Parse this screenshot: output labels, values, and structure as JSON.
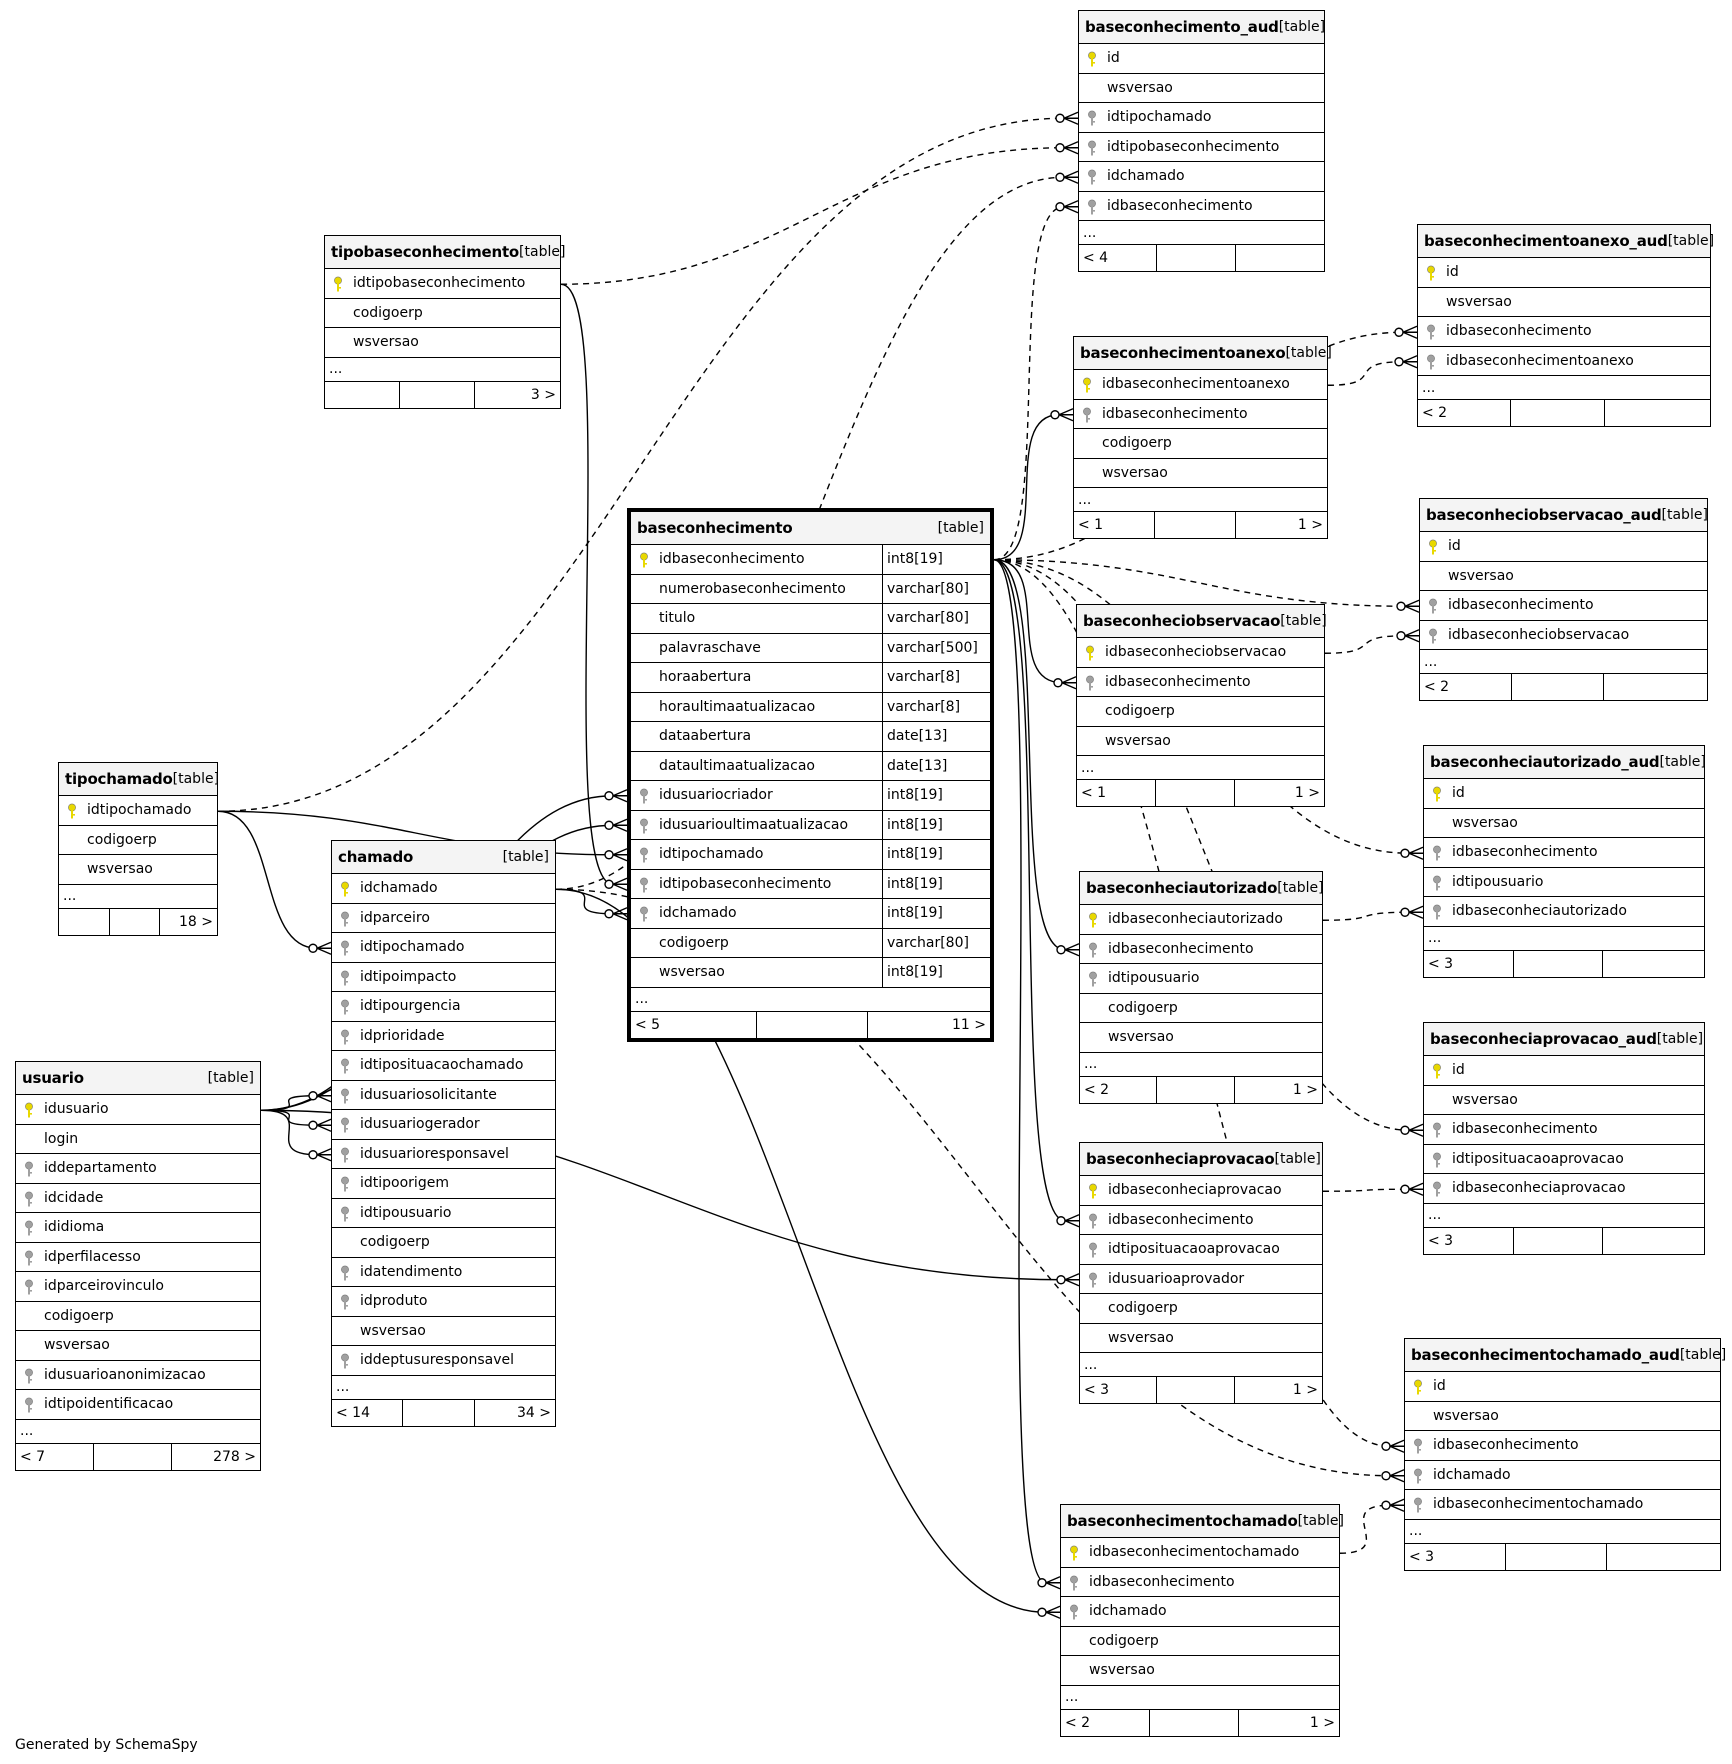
{
  "footer": "Generated by SchemaSpy",
  "type_label": "[table]",
  "colors": {
    "primary_key": "#e8d800",
    "foreign_key": "#a0a0a0",
    "header_bg": "#f4f4f4"
  },
  "tables": [
    {
      "id": "t_bcaud",
      "name": "baseconhecimento_aud",
      "columns": [
        {
          "name": "id",
          "key": "pk"
        },
        {
          "name": "wsversao"
        },
        {
          "name": "idtipochamado",
          "key": "fk"
        },
        {
          "name": "idtipobaseconhecimento",
          "key": "fk"
        },
        {
          "name": "idchamado",
          "key": "fk"
        },
        {
          "name": "idbaseconhecimento",
          "key": "fk"
        }
      ],
      "footer": [
        "< 4",
        "",
        ""
      ]
    },
    {
      "id": "t_tipobc",
      "name": "tipobaseconhecimento",
      "columns": [
        {
          "name": "idtipobaseconhecimento",
          "key": "pk"
        },
        {
          "name": "codigoerp"
        },
        {
          "name": "wsversao"
        }
      ],
      "footer": [
        "",
        "",
        "3 >"
      ]
    },
    {
      "id": "t_bcanexoaud",
      "name": "baseconhecimentoanexo_aud",
      "columns": [
        {
          "name": "id",
          "key": "pk"
        },
        {
          "name": "wsversao"
        },
        {
          "name": "idbaseconhecimento",
          "key": "fk"
        },
        {
          "name": "idbaseconhecimentoanexo",
          "key": "fk"
        }
      ],
      "footer": [
        "< 2",
        "",
        ""
      ]
    },
    {
      "id": "t_bcanexo",
      "name": "baseconhecimentoanexo",
      "columns": [
        {
          "name": "idbaseconhecimentoanexo",
          "key": "pk"
        },
        {
          "name": "idbaseconhecimento",
          "key": "fk"
        },
        {
          "name": "codigoerp"
        },
        {
          "name": "wsversao"
        }
      ],
      "footer": [
        "< 1",
        "",
        "1 >"
      ]
    },
    {
      "id": "t_bc",
      "name": "baseconhecimento",
      "focus": true,
      "columns": [
        {
          "name": "idbaseconhecimento",
          "key": "pk",
          "type": "int8[19]"
        },
        {
          "name": "numerobaseconhecimento",
          "type": "varchar[80]"
        },
        {
          "name": "titulo",
          "type": "varchar[80]"
        },
        {
          "name": "palavraschave",
          "type": "varchar[500]"
        },
        {
          "name": "horaabertura",
          "type": "varchar[8]"
        },
        {
          "name": "horaultimaatualizacao",
          "type": "varchar[8]"
        },
        {
          "name": "dataabertura",
          "type": "date[13]"
        },
        {
          "name": "dataultimaatualizacao",
          "type": "date[13]"
        },
        {
          "name": "idusuariocriador",
          "key": "fk",
          "type": "int8[19]"
        },
        {
          "name": "idusuarioultimaatualizacao",
          "key": "fk",
          "type": "int8[19]"
        },
        {
          "name": "idtipochamado",
          "key": "fk",
          "type": "int8[19]"
        },
        {
          "name": "idtipobaseconhecimento",
          "key": "fk",
          "type": "int8[19]"
        },
        {
          "name": "idchamado",
          "key": "fk",
          "type": "int8[19]"
        },
        {
          "name": "codigoerp",
          "type": "varchar[80]"
        },
        {
          "name": "wsversao",
          "type": "int8[19]"
        }
      ],
      "footer": [
        "< 5",
        "",
        "11 >"
      ]
    },
    {
      "id": "t_bcobsaud",
      "name": "baseconheciobservacao_aud",
      "columns": [
        {
          "name": "id",
          "key": "pk"
        },
        {
          "name": "wsversao"
        },
        {
          "name": "idbaseconhecimento",
          "key": "fk"
        },
        {
          "name": "idbaseconheciobservacao",
          "key": "fk"
        }
      ],
      "footer": [
        "< 2",
        "",
        ""
      ]
    },
    {
      "id": "t_bcobs",
      "name": "baseconheciobservacao",
      "columns": [
        {
          "name": "idbaseconheciobservacao",
          "key": "pk"
        },
        {
          "name": "idbaseconhecimento",
          "key": "fk"
        },
        {
          "name": "codigoerp"
        },
        {
          "name": "wsversao"
        }
      ],
      "footer": [
        "< 1",
        "",
        "1 >"
      ]
    },
    {
      "id": "t_tipochamado",
      "name": "tipochamado",
      "columns": [
        {
          "name": "idtipochamado",
          "key": "pk"
        },
        {
          "name": "codigoerp"
        },
        {
          "name": "wsversao"
        }
      ],
      "footer": [
        "",
        "",
        "18 >"
      ]
    },
    {
      "id": "t_bcautaud",
      "name": "baseconheciautorizado_aud",
      "columns": [
        {
          "name": "id",
          "key": "pk"
        },
        {
          "name": "wsversao"
        },
        {
          "name": "idbaseconhecimento",
          "key": "fk"
        },
        {
          "name": "idtipousuario",
          "key": "fk"
        },
        {
          "name": "idbaseconheciautorizado",
          "key": "fk"
        }
      ],
      "footer": [
        "< 3",
        "",
        ""
      ]
    },
    {
      "id": "t_chamado",
      "name": "chamado",
      "columns": [
        {
          "name": "idchamado",
          "key": "pk"
        },
        {
          "name": "idparceiro",
          "key": "fk"
        },
        {
          "name": "idtipochamado",
          "key": "fk"
        },
        {
          "name": "idtipoimpacto",
          "key": "fk"
        },
        {
          "name": "idtipourgencia",
          "key": "fk"
        },
        {
          "name": "idprioridade",
          "key": "fk"
        },
        {
          "name": "idtiposituacaochamado",
          "key": "fk"
        },
        {
          "name": "idusuariosolicitante",
          "key": "fk"
        },
        {
          "name": "idusuariogerador",
          "key": "fk"
        },
        {
          "name": "idusuarioresponsavel",
          "key": "fk"
        },
        {
          "name": "idtipoorigem",
          "key": "fk"
        },
        {
          "name": "idtipousuario",
          "key": "fk"
        },
        {
          "name": "codigoerp"
        },
        {
          "name": "idatendimento",
          "key": "fk"
        },
        {
          "name": "idproduto",
          "key": "fk"
        },
        {
          "name": "wsversao"
        },
        {
          "name": "iddeptusuresponsavel",
          "key": "fk"
        }
      ],
      "footer": [
        "< 14",
        "",
        "34 >"
      ]
    },
    {
      "id": "t_bcaut",
      "name": "baseconheciautorizado",
      "columns": [
        {
          "name": "idbaseconheciautorizado",
          "key": "pk"
        },
        {
          "name": "idbaseconhecimento",
          "key": "fk"
        },
        {
          "name": "idtipousuario",
          "key": "fk"
        },
        {
          "name": "codigoerp"
        },
        {
          "name": "wsversao"
        }
      ],
      "footer": [
        "< 2",
        "",
        "1 >"
      ]
    },
    {
      "id": "t_usuario",
      "name": "usuario",
      "columns": [
        {
          "name": "idusuario",
          "key": "pk"
        },
        {
          "name": "login"
        },
        {
          "name": "iddepartamento",
          "key": "fk"
        },
        {
          "name": "idcidade",
          "key": "fk"
        },
        {
          "name": "ididioma",
          "key": "fk"
        },
        {
          "name": "idperfilacesso",
          "key": "fk"
        },
        {
          "name": "idparceirovinculo",
          "key": "fk"
        },
        {
          "name": "codigoerp"
        },
        {
          "name": "wsversao"
        },
        {
          "name": "idusuarioanonimizacao",
          "key": "fk"
        },
        {
          "name": "idtipoidentificacao",
          "key": "fk"
        }
      ],
      "footer": [
        "< 7",
        "",
        "278 >"
      ]
    },
    {
      "id": "t_bcaprovaud",
      "name": "baseconheciaprovacao_aud",
      "columns": [
        {
          "name": "id",
          "key": "pk"
        },
        {
          "name": "wsversao"
        },
        {
          "name": "idbaseconhecimento",
          "key": "fk"
        },
        {
          "name": "idtiposituacaoaprovacao",
          "key": "fk"
        },
        {
          "name": "idbaseconheciaprovacao",
          "key": "fk"
        }
      ],
      "footer": [
        "< 3",
        "",
        ""
      ]
    },
    {
      "id": "t_bcaprov",
      "name": "baseconheciaprovacao",
      "columns": [
        {
          "name": "idbaseconheciaprovacao",
          "key": "pk"
        },
        {
          "name": "idbaseconhecimento",
          "key": "fk"
        },
        {
          "name": "idtiposituacaoaprovacao",
          "key": "fk"
        },
        {
          "name": "idusuarioaprovador",
          "key": "fk"
        },
        {
          "name": "codigoerp"
        },
        {
          "name": "wsversao"
        }
      ],
      "footer": [
        "< 3",
        "",
        "1 >"
      ]
    },
    {
      "id": "t_bcchaud",
      "name": "baseconhecimentochamado_aud",
      "columns": [
        {
          "name": "id",
          "key": "pk"
        },
        {
          "name": "wsversao"
        },
        {
          "name": "idbaseconhecimento",
          "key": "fk"
        },
        {
          "name": "idchamado",
          "key": "fk"
        },
        {
          "name": "idbaseconhecimentochamado",
          "key": "fk"
        }
      ],
      "footer": [
        "< 3",
        "",
        ""
      ]
    },
    {
      "id": "t_bcch",
      "name": "baseconhecimentochamado",
      "columns": [
        {
          "name": "idbaseconhecimentochamado",
          "key": "pk"
        },
        {
          "name": "idbaseconhecimento",
          "key": "fk"
        },
        {
          "name": "idchamado",
          "key": "fk"
        },
        {
          "name": "codigoerp"
        },
        {
          "name": "wsversao"
        }
      ],
      "footer": [
        "< 2",
        "",
        "1 >"
      ]
    }
  ],
  "relationships": [
    {
      "from": "t_tipochamado.idtipochamado",
      "to": "t_bcaud.idtipochamado",
      "style": "dashed"
    },
    {
      "from": "t_tipobc.idtipobaseconhecimento",
      "to": "t_bcaud.idtipobaseconhecimento",
      "style": "dashed"
    },
    {
      "from": "t_chamado.idchamado",
      "to": "t_bcaud.idchamado",
      "style": "dashed"
    },
    {
      "from": "t_bc.idbaseconhecimento",
      "to": "t_bcaud.idbaseconhecimento",
      "style": "dashed"
    },
    {
      "from": "t_bc.idbaseconhecimento",
      "to": "t_bcanexoaud.idbaseconhecimento",
      "style": "dashed"
    },
    {
      "from": "t_bcanexo.idbaseconhecimentoanexo",
      "to": "t_bcanexoaud.idbaseconhecimentoanexo",
      "style": "dashed"
    },
    {
      "from": "t_bc.idbaseconhecimento",
      "to": "t_bcanexo.idbaseconhecimento",
      "style": "solid"
    },
    {
      "from": "t_bc.idbaseconhecimento",
      "to": "t_bcobsaud.idbaseconhecimento",
      "style": "dashed"
    },
    {
      "from": "t_bcobs.idbaseconheciobservacao",
      "to": "t_bcobsaud.idbaseconheciobservacao",
      "style": "dashed"
    },
    {
      "from": "t_bc.idbaseconhecimento",
      "to": "t_bcobs.idbaseconhecimento",
      "style": "solid"
    },
    {
      "from": "t_bc.idbaseconhecimento",
      "to": "t_bcautaud.idbaseconhecimento",
      "style": "dashed"
    },
    {
      "from": "t_bcaut.idbaseconheciautorizado",
      "to": "t_bcautaud.idbaseconheciautorizado",
      "style": "dashed"
    },
    {
      "from": "t_bc.idbaseconhecimento",
      "to": "t_bcaut.idbaseconhecimento",
      "style": "solid"
    },
    {
      "from": "t_bc.idbaseconhecimento",
      "to": "t_bcaprovaud.idbaseconhecimento",
      "style": "dashed"
    },
    {
      "from": "t_bcaprov.idbaseconheciaprovacao",
      "to": "t_bcaprovaud.idbaseconheciaprovacao",
      "style": "dashed"
    },
    {
      "from": "t_bc.idbaseconhecimento",
      "to": "t_bcaprov.idbaseconhecimento",
      "style": "solid"
    },
    {
      "from": "t_usuario.idusuario",
      "to": "t_bcaprov.idusuarioaprovador",
      "style": "solid"
    },
    {
      "from": "t_bc.idbaseconhecimento",
      "to": "t_bcchaud.idbaseconhecimento",
      "style": "dashed"
    },
    {
      "from": "t_chamado.idchamado",
      "to": "t_bcchaud.idchamado",
      "style": "dashed"
    },
    {
      "from": "t_bcch.idbaseconhecimentochamado",
      "to": "t_bcchaud.idbaseconhecimentochamado",
      "style": "dashed"
    },
    {
      "from": "t_bc.idbaseconhecimento",
      "to": "t_bcch.idbaseconhecimento",
      "style": "solid"
    },
    {
      "from": "t_chamado.idchamado",
      "to": "t_bcch.idchamado",
      "style": "solid"
    },
    {
      "from": "t_usuario.idusuario",
      "to": "t_bc.idusuariocriador",
      "style": "solid"
    },
    {
      "from": "t_usuario.idusuario",
      "to": "t_bc.idusuarioultimaatualizacao",
      "style": "solid"
    },
    {
      "from": "t_tipochamado.idtipochamado",
      "to": "t_bc.idtipochamado",
      "style": "solid"
    },
    {
      "from": "t_tipobc.idtipobaseconhecimento",
      "to": "t_bc.idtipobaseconhecimento",
      "style": "solid"
    },
    {
      "from": "t_chamado.idchamado",
      "to": "t_bc.idchamado",
      "style": "solid"
    },
    {
      "from": "t_tipochamado.idtipochamado",
      "to": "t_chamado.idtipochamado",
      "style": "solid"
    },
    {
      "from": "t_usuario.idusuario",
      "to": "t_chamado.idusuariosolicitante",
      "style": "solid"
    },
    {
      "from": "t_usuario.idusuario",
      "to": "t_chamado.idusuariogerador",
      "style": "solid"
    },
    {
      "from": "t_usuario.idusuario",
      "to": "t_chamado.idusuarioresponsavel",
      "style": "solid"
    }
  ]
}
